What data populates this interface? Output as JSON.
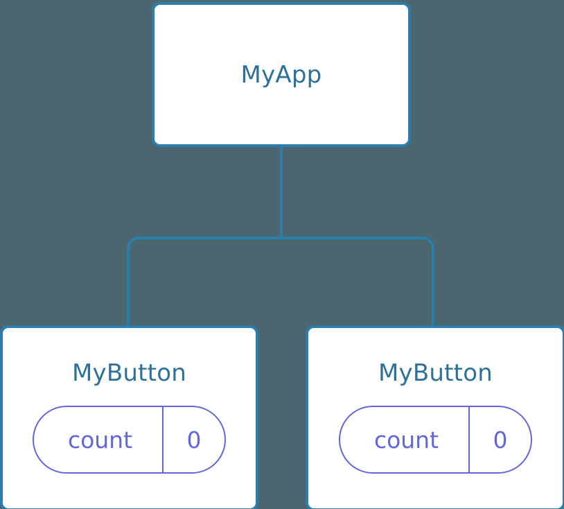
{
  "diagram": {
    "type": "component-tree",
    "background_color": "#4c6670",
    "node_border_color": "#2b7eab",
    "node_fill_color": "#ffffff",
    "title_text_color": "#2e7097",
    "pill_color": "#6366d8",
    "connector_color": "#2b7eab"
  },
  "root": {
    "title": "MyApp"
  },
  "children": [
    {
      "title": "MyButton",
      "state": {
        "key": "count",
        "value": "0"
      }
    },
    {
      "title": "MyButton",
      "state": {
        "key": "count",
        "value": "0"
      }
    }
  ]
}
